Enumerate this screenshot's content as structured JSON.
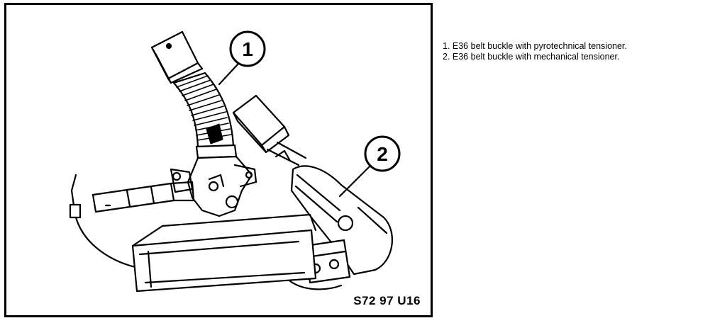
{
  "figure": {
    "code": "S72 97 U16",
    "callouts": [
      "1",
      "2"
    ]
  },
  "legend": {
    "items": [
      "1. E36 belt buckle with pyrotechnical tensioner.",
      "2. E36 belt buckle with mechanical tensioner."
    ]
  },
  "colors": {
    "ink": "#000000",
    "paper": "#ffffff",
    "shade": "#cfcfcf"
  }
}
